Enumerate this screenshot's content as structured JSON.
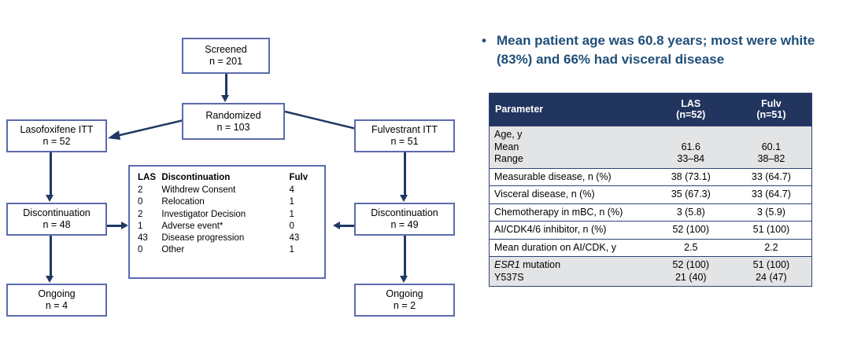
{
  "flowchart": {
    "boxes": [
      {
        "id": "screened",
        "line1": "Screened",
        "line2": "n = 201"
      },
      {
        "id": "randomized",
        "line1": "Randomized",
        "line2": "n = 103"
      },
      {
        "id": "las-itt",
        "line1": "Lasofoxifene ITT",
        "line2": "n = 52"
      },
      {
        "id": "fulv-itt",
        "line1": "Fulvestrant ITT",
        "line2": "n = 51"
      },
      {
        "id": "las-disc",
        "line1": "Discontinuation",
        "line2": "n = 48"
      },
      {
        "id": "fulv-disc",
        "line1": "Discontinuation",
        "line2": "n = 49"
      },
      {
        "id": "las-ongoing",
        "line1": "Ongoing",
        "line2": "n = 4"
      },
      {
        "id": "fulv-ongoing",
        "line1": "Ongoing",
        "line2": "n = 2"
      }
    ],
    "discontinuation": {
      "headers": {
        "las": "LAS",
        "reason": "Discontinuation",
        "fulv": "Fulv"
      },
      "rows": [
        {
          "las": "2",
          "reason": "Withdrew Consent",
          "fulv": "4"
        },
        {
          "las": "0",
          "reason": "Relocation",
          "fulv": "1"
        },
        {
          "las": "2",
          "reason": "Investigator Decision",
          "fulv": "1"
        },
        {
          "las": "1",
          "reason": "Adverse event*",
          "fulv": "0"
        },
        {
          "las": "43",
          "reason": "Disease progression",
          "fulv": "43"
        },
        {
          "las": "0",
          "reason": "Other",
          "fulv": "1"
        }
      ]
    }
  },
  "bullet": {
    "marker": "•",
    "text": "Mean patient age was 60.8 years; most were white (83%) and 66% had visceral disease"
  },
  "patient_table": {
    "headers": {
      "parameter": "Parameter",
      "las": "LAS",
      "las_n": "(n=52)",
      "fulv": "Fulv",
      "fulv_n": "(n=51)"
    },
    "rows": [
      {
        "label": "Age, y\n    Mean\n    Range",
        "las": "\n61.6\n33–84",
        "fulv": "\n60.1\n38–82",
        "shade": true
      },
      {
        "label": "Measurable disease, n (%)",
        "las": "38 (73.1)",
        "fulv": "33 (64.7)",
        "shade": false
      },
      {
        "label": "Visceral disease, n (%)",
        "las": "35 (67.3)",
        "fulv": "33 (64.7)",
        "shade": false
      },
      {
        "label": "Chemotherapy in mBC, n (%)",
        "las": "3 (5.8)",
        "fulv": "3 (5.9)",
        "shade": false
      },
      {
        "label": "AI/CDK4/6 inhibitor, n (%)",
        "las": "52 (100)",
        "fulv": "51 (100)",
        "shade": false
      },
      {
        "label": "Mean duration on AI/CDK, y",
        "las": "2.5",
        "fulv": "2.2",
        "shade": false
      },
      {
        "label_italic": "ESR1",
        "label": " mutation\n    Y537S",
        "las": "52 (100)\n21 (40)",
        "fulv": "51 (100)\n24 (47)",
        "shade": true
      }
    ]
  },
  "colors": {
    "box_border": "#5B6BAD",
    "arrow": "#1F3864",
    "table_header_bg": "#21355F",
    "table_border": "#2E4272",
    "row_shade": "#E3E4E6",
    "bullet_text": "#1F4E79"
  }
}
